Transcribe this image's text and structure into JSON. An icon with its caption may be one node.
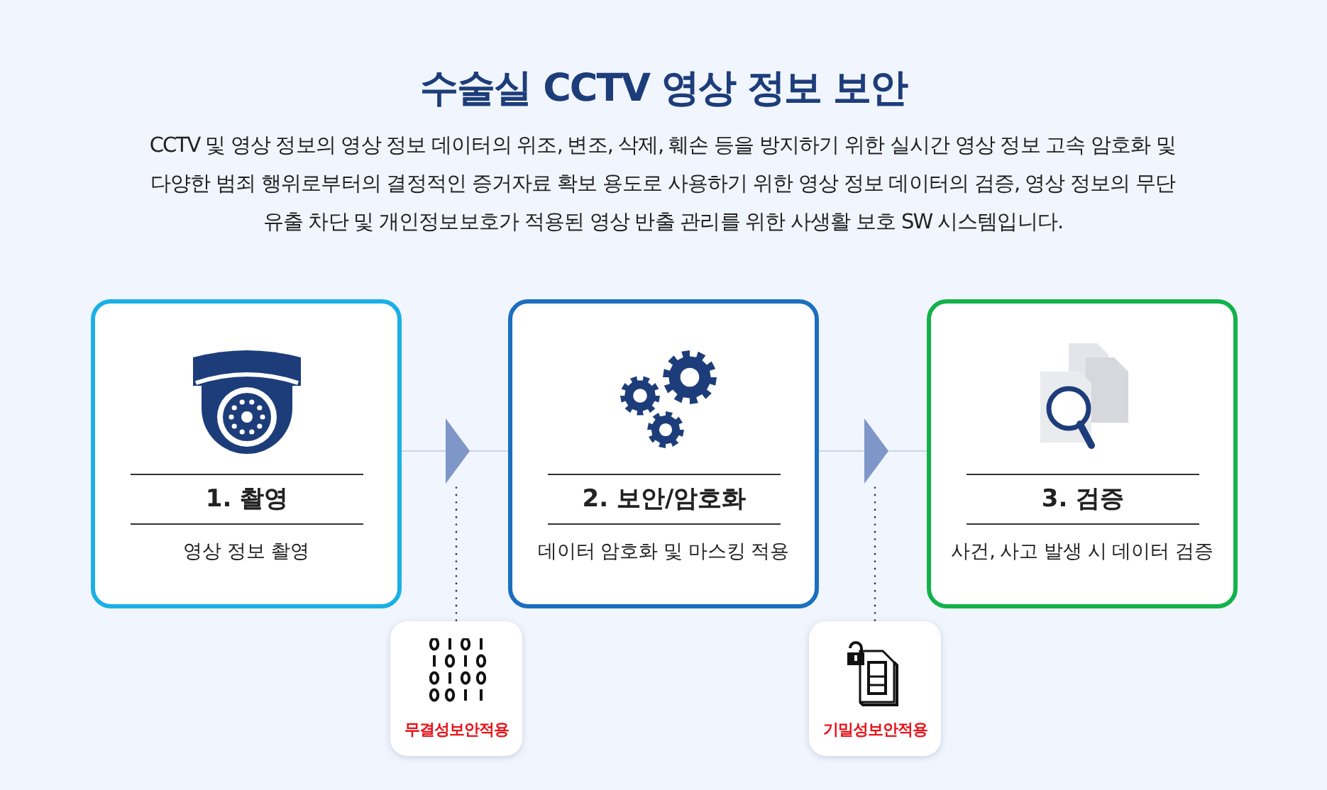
{
  "diagram": {
    "title": "수술실 CCTV 영상 정보 보안",
    "nodes": [
      {
        "text": [
          "1. 촬영",
          "영상 정보 촬영"
        ]
      },
      {
        "text": [
          "2. 보안/암호화",
          "데이터 암호화 및 마스킹 적용"
        ]
      },
      {
        "text": [
          "3. 검증",
          "사건, 사고 발생 시 데이터 검증"
        ]
      },
      {
        "text": [
          "무결성보안적용"
        ]
      },
      {
        "text": [
          "기밀성보안적용"
        ]
      }
    ],
    "edges": [
      {
        "from": 0,
        "to": 1,
        "arrow": "to"
      },
      {
        "from": 1,
        "to": 2,
        "arrow": "to"
      },
      {
        "from": 3,
        "to": null,
        "arrow": "none",
        "style": "dashed",
        "color": "#333333"
      },
      {
        "from": 4,
        "to": null,
        "arrow": "none",
        "style": "dashed",
        "color": "#333333"
      }
    ],
    "labels": [
      "CCTV 및 영상 정보의 영상 정보 데이터의 위조, 변조, 삭제, 훼손 등을 방지하기 위한 실시간 영상 정보 고속 암호화 및 다양한 범죄 행위로부터의 결정적인 증거자료 확보 용도로 사용하기 위한 영상 정보 데이터의 검증, 영상 정보의 무단 유출 차단 및 개인정보보호가 적용된 영상 반출 관리를 위한 사생활 보호 SW 시스템입니다."
    ]
  }
}
